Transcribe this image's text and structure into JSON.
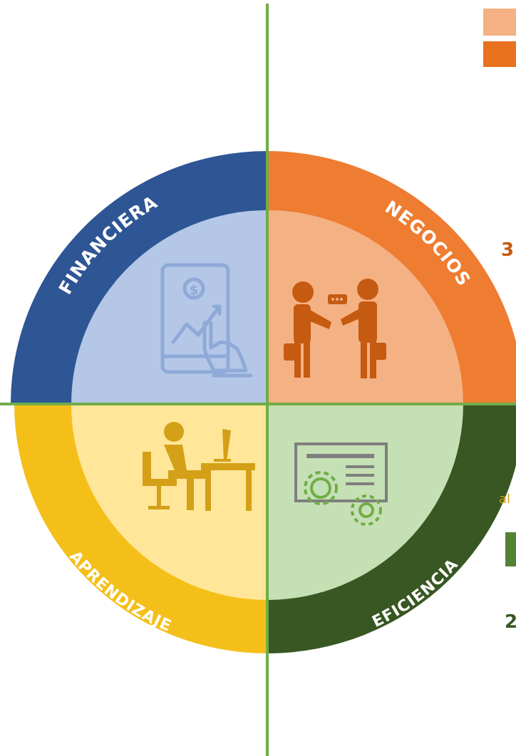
{
  "quadrants": {
    "financiera": {
      "label": "FINANCIERA",
      "outer": "#2e5594",
      "inner": "#b4c7e7",
      "icon": "tablet-finance-icon",
      "icon_color": "#8fa9d8"
    },
    "negocios": {
      "label": "NEGOCIOS",
      "outer": "#ee7c31",
      "inner": "#f4b183",
      "icon": "business-handshake-icon",
      "icon_color": "#c55a11"
    },
    "aprendizaje": {
      "label": "APRENDIZAJE",
      "outer": "#f5bf1a",
      "inner": "#ffe699",
      "icon": "desk-worker-icon",
      "icon_color": "#d4a017"
    },
    "eficiencia": {
      "label": "EFICIENCIA",
      "outer": "#385723",
      "inner": "#c5e0b4",
      "icon": "gears-document-icon",
      "icon_color": "#70ad47"
    }
  },
  "axis_color": "#70ad47",
  "edge_fragments": {
    "top_number": "3",
    "top_number_color": "#c55a11",
    "bottom_number": "2",
    "bottom_number_color": "#385723",
    "left_text": "al",
    "left_text_color": "#d4a017",
    "swatch_light": "#f4b183",
    "swatch_dark": "#e97220",
    "swatch_green": "#548235"
  }
}
